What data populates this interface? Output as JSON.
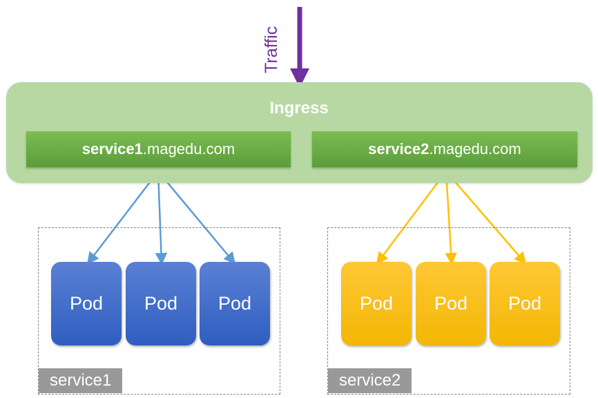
{
  "traffic": {
    "label": "Traffic",
    "color": "#7030a0"
  },
  "ingress": {
    "title": "Ingress",
    "services": [
      {
        "name": "service1",
        "domain": ".magedu.com"
      },
      {
        "name": "service2",
        "domain": ".magedu.com"
      }
    ]
  },
  "groups": [
    {
      "label": "service1",
      "pods": [
        "Pod",
        "Pod",
        "Pod"
      ],
      "arrow_color": "#5b9bd5"
    },
    {
      "label": "service2",
      "pods": [
        "Pod",
        "Pod",
        "Pod"
      ],
      "arrow_color": "#ffc000"
    }
  ]
}
